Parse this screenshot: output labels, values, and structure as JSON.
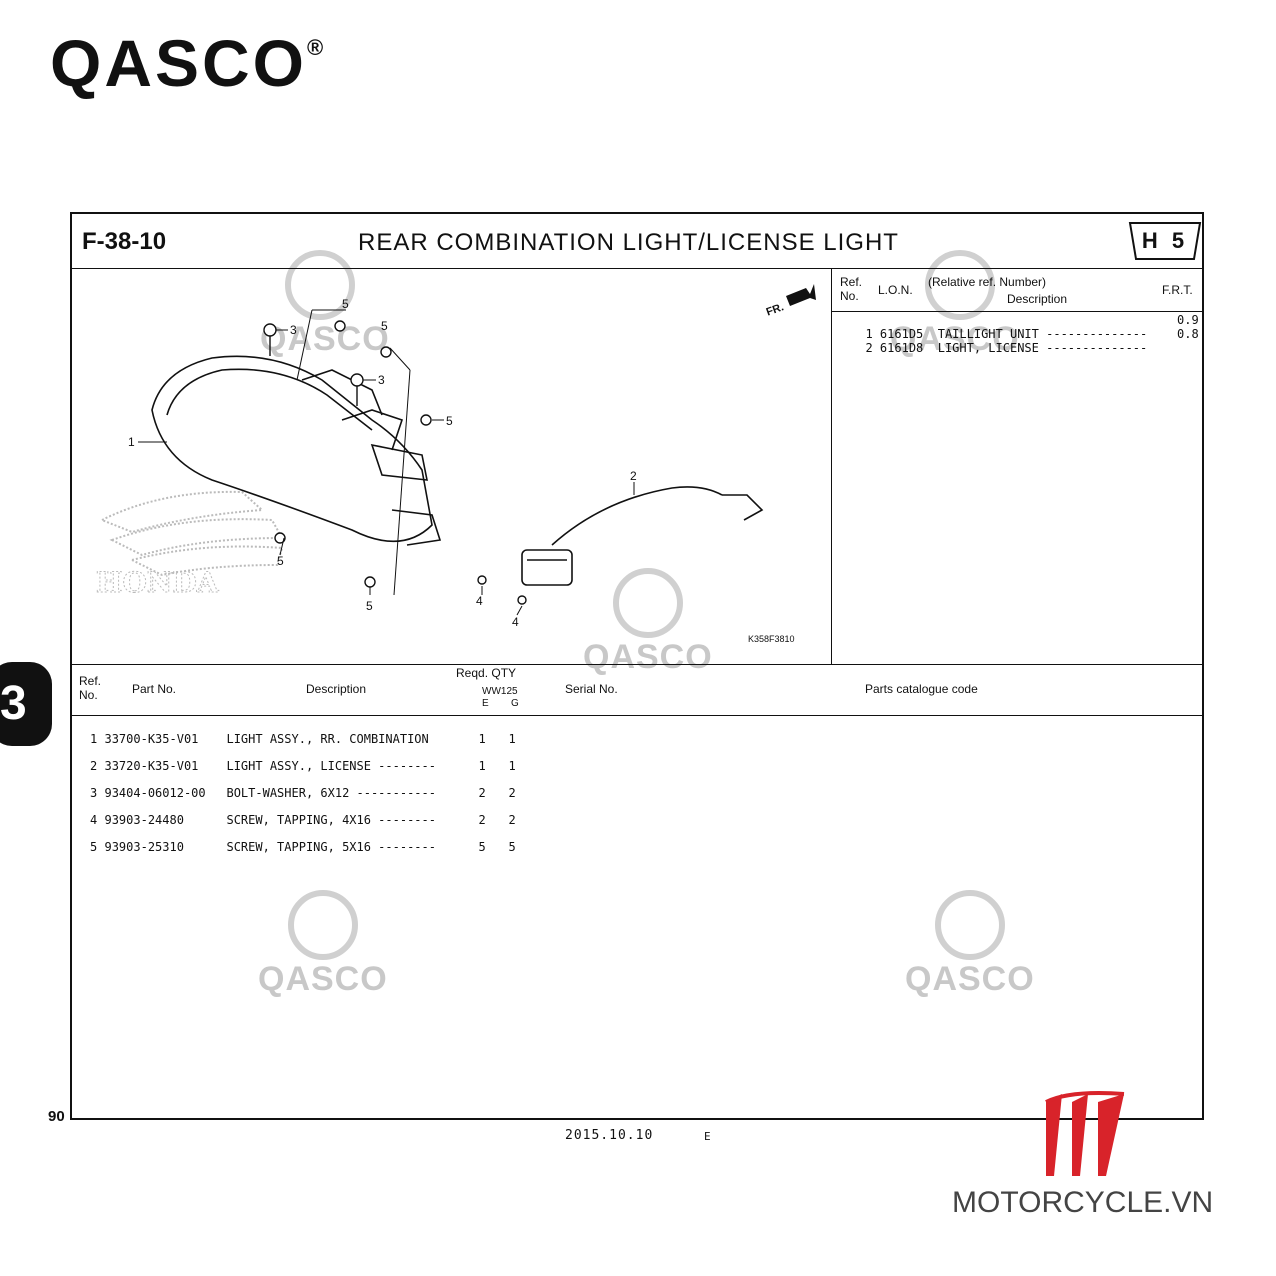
{
  "brand": {
    "name": "QASCO",
    "reg": "®"
  },
  "header": {
    "code": "F-38-10",
    "title": "REAR  COMBINATION  LIGHT/LICENSE  LIGHT",
    "badge": "H 5"
  },
  "diagram": {
    "image_code": "K358F3810",
    "front_marker": "FR.",
    "watermark_text": "HONDA",
    "callouts": [
      "1",
      "2",
      "3",
      "3",
      "4",
      "4",
      "5",
      "5",
      "5",
      "5",
      "5"
    ]
  },
  "labor_table": {
    "headers": {
      "ref": "Ref.",
      "no": "No.",
      "lon": "L.O.N.",
      "relative": "(Relative ref. Number)",
      "description": "Description",
      "frt": "F.R.T."
    },
    "rows": [
      {
        "ref": "1",
        "lon": "6161D5",
        "description": "TAILLIGHT UNIT",
        "frt": "0.9"
      },
      {
        "ref": "2",
        "lon": "6161D8",
        "description": "LIGHT, LICENSE",
        "frt": "0.8"
      }
    ]
  },
  "parts_table": {
    "headers": {
      "ref": "Ref.",
      "no": "No.",
      "part_no": "Part  No.",
      "description": "Description",
      "reqd_qty": "Reqd.  QTY",
      "model": "WW125",
      "col_e": "E",
      "col_g": "G",
      "serial": "Serial  No.",
      "catalogue": "Parts  catalogue  code"
    },
    "rows": [
      {
        "ref": "1",
        "part_no": "33700-K35-V01",
        "description": "LIGHT ASSY., RR. COMBINATION",
        "e": "1",
        "g": "1"
      },
      {
        "ref": "2",
        "part_no": "33720-K35-V01",
        "description": "LIGHT ASSY., LICENSE --------",
        "e": "1",
        "g": "1"
      },
      {
        "ref": "3",
        "part_no": "93404-06012-00",
        "description": "BOLT-WASHER, 6X12 -----------",
        "e": "2",
        "g": "2"
      },
      {
        "ref": "4",
        "part_no": "93903-24480",
        "description": "SCREW, TAPPING, 4X16 --------",
        "e": "2",
        "g": "2"
      },
      {
        "ref": "5",
        "part_no": "93903-25310",
        "description": "SCREW, TAPPING, 5X16 --------",
        "e": "5",
        "g": "5"
      }
    ]
  },
  "footer": {
    "page_number": "90",
    "date": "2015.10.10",
    "edition": "E",
    "section_tab": "3"
  },
  "site_brand": {
    "name": "MOTORCYCLE.VN",
    "color": "#d8232a"
  },
  "colors": {
    "ink": "#111111",
    "watermark": "#c8c8c8"
  }
}
